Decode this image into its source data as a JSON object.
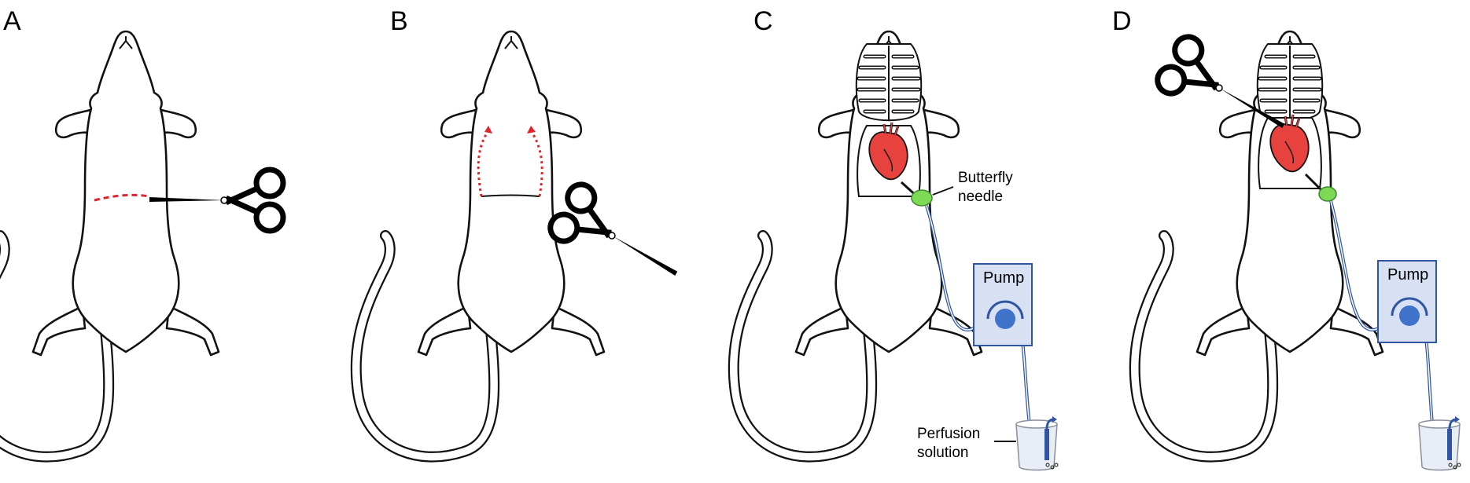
{
  "panels": [
    {
      "letter": "A"
    },
    {
      "letter": "B"
    },
    {
      "letter": "C",
      "pump_label": "Pump",
      "needle_label": "Butterfly\nneedle",
      "solution_label": "Perfusion\nsolution"
    },
    {
      "letter": "D",
      "pump_label": "Pump"
    }
  ],
  "colors": {
    "outline": "#111111",
    "incision": "#e0242a",
    "heart": "#e8423f",
    "needle": "#7ed957",
    "pump_fill": "#d7e1f3",
    "pump_border": "#2f55a4",
    "roller": "#3f73c9",
    "tubing": "#2f55a4",
    "scissors": "#000000"
  },
  "icons": [
    "scissors-icon",
    "heart-icon",
    "ribcage-icon",
    "pump-icon",
    "beaker-icon"
  ]
}
